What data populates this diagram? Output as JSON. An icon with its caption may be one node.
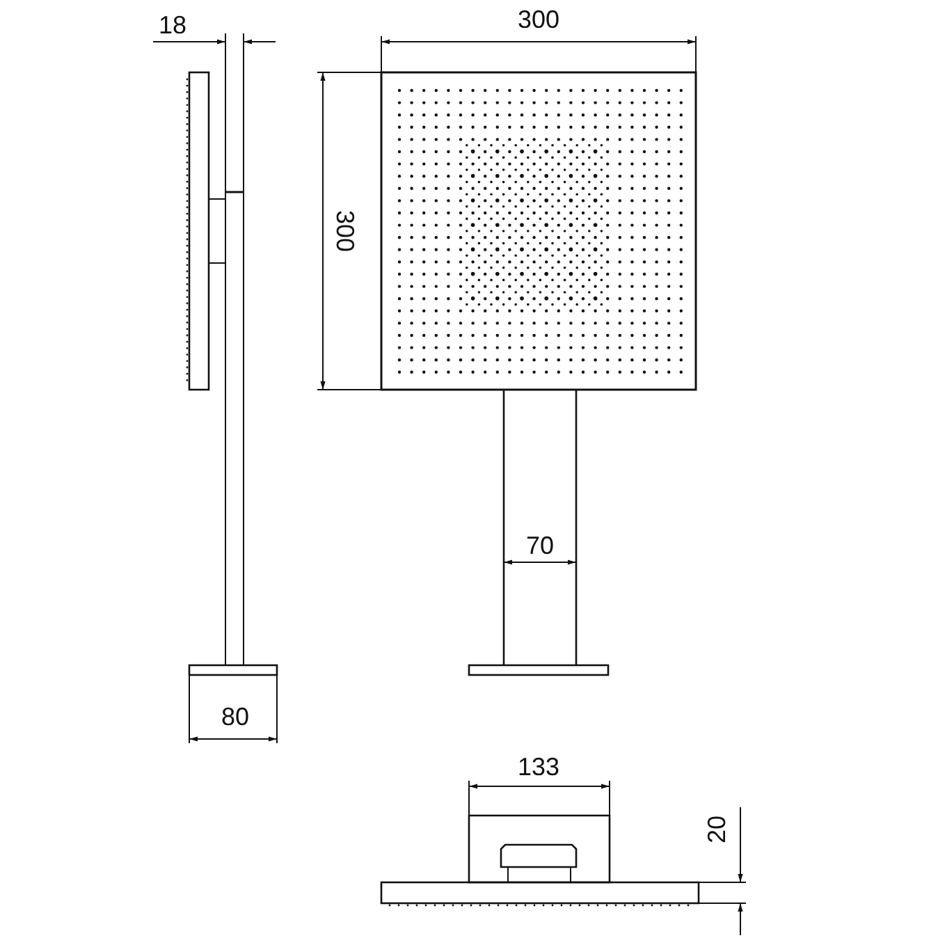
{
  "diagram": {
    "labels": [
      "18",
      "300",
      "300",
      "70",
      "80",
      "133",
      "20"
    ]
  }
}
